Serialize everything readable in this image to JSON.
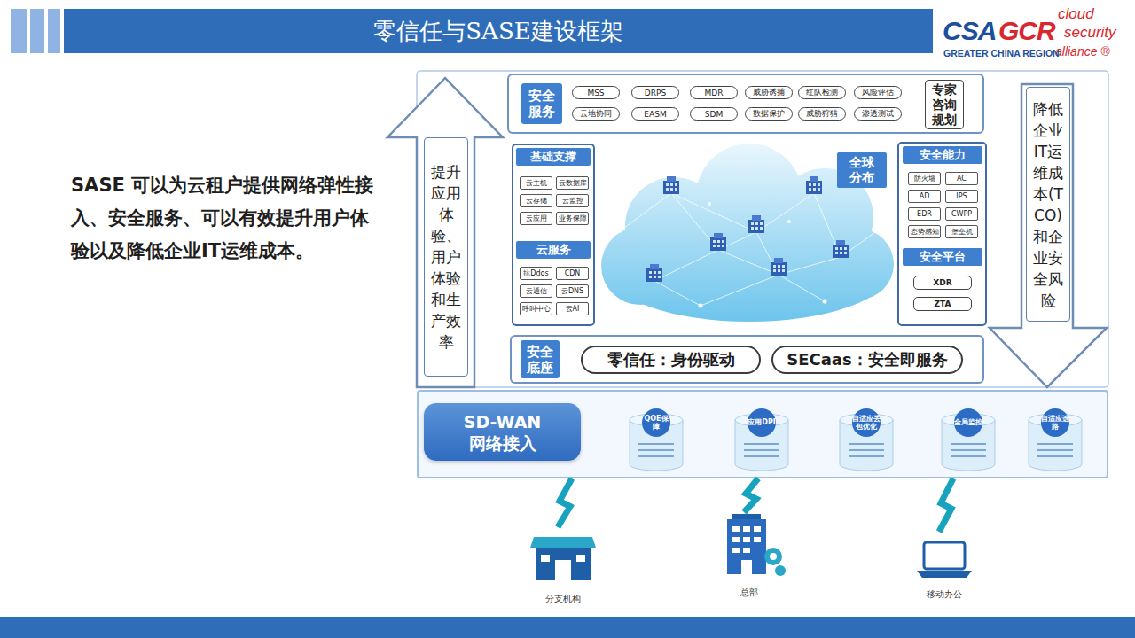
{
  "diagram": {
    "title": "零信任与SASE建设框架",
    "nodes": [
      {
        "text": [
          "提升应用体验、用户体验和生产效率"
        ]
      },
      {
        "text": [
          "安全服务"
        ]
      },
      {
        "text": [
          "MSS"
        ],
        "in": 1
      },
      {
        "text": [
          "DRPS"
        ],
        "in": 1
      },
      {
        "text": [
          "MDR"
        ],
        "in": 1
      },
      {
        "text": [
          "威胁诱捕"
        ],
        "in": 1
      },
      {
        "text": [
          "红队检测"
        ],
        "in": 1
      },
      {
        "text": [
          "风险评估"
        ],
        "in": 1
      },
      {
        "text": [
          "云地协同"
        ],
        "in": 1
      },
      {
        "text": [
          "EASM"
        ],
        "in": 1
      },
      {
        "text": [
          "SDM"
        ],
        "in": 1
      },
      {
        "text": [
          "数据保护"
        ],
        "in": 1
      },
      {
        "text": [
          "威胁狩猎"
        ],
        "in": 1
      },
      {
        "text": [
          "渗透测试"
        ],
        "in": 1
      },
      {
        "text": [
          "专家咨询规划"
        ],
        "in": 1
      },
      {
        "text": [
          "降低企业IT运维成本(TCO)和企业安全风险"
        ]
      },
      {
        "text": [
          "基础支撑"
        ]
      },
      {
        "text": [
          "云主机"
        ],
        "in": 16
      },
      {
        "text": [
          "云数据库"
        ],
        "in": 16
      },
      {
        "text": [
          "云存储"
        ],
        "in": 16
      },
      {
        "text": [
          "云监控"
        ],
        "in": 16
      },
      {
        "text": [
          "云应用"
        ],
        "in": 16
      },
      {
        "text": [
          "业务保障"
        ],
        "in": 16
      },
      {
        "text": [
          "云服务"
        ]
      },
      {
        "text": [
          "抗Ddos"
        ],
        "in": 23
      },
      {
        "text": [
          "CDN"
        ],
        "in": 23
      },
      {
        "text": [
          "云通信"
        ],
        "in": 23
      },
      {
        "text": [
          "云DNS"
        ],
        "in": 23
      },
      {
        "text": [
          "呼叫中心"
        ],
        "in": 23
      },
      {
        "text": [
          "云AI"
        ],
        "in": 23
      },
      {
        "text": [
          "全球分布"
        ]
      },
      {
        "text": [
          "安全能力"
        ]
      },
      {
        "text": [
          "防火墙"
        ],
        "in": 31
      },
      {
        "text": [
          "AC"
        ],
        "in": 31
      },
      {
        "text": [
          "AD"
        ],
        "in": 31
      },
      {
        "text": [
          "IPS"
        ],
        "in": 31
      },
      {
        "text": [
          "EDR"
        ],
        "in": 31
      },
      {
        "text": [
          "CWPP"
        ],
        "in": 31
      },
      {
        "text": [
          "态势感知"
        ],
        "in": 31
      },
      {
        "text": [
          "堡垒机"
        ],
        "in": 31
      },
      {
        "text": [
          "安全平台"
        ]
      },
      {
        "text": [
          "XDR"
        ],
        "in": 40
      },
      {
        "text": [
          "ZTA"
        ],
        "in": 40
      },
      {
        "text": [
          "安全底座"
        ]
      },
      {
        "text": [
          "零信任：身份驱动"
        ],
        "in": 43
      },
      {
        "text": [
          "SECaas：安全即服务"
        ],
        "in": 43
      },
      {
        "text": []
      },
      {
        "text": [
          "SD-WAN 网络接入"
        ],
        "in": 46
      },
      {
        "text": [
          "QOE保障"
        ],
        "in": 46
      },
      {
        "text": [
          "应用DPI"
        ],
        "in": 46
      },
      {
        "text": [
          "自适应丢包优化"
        ],
        "in": 46
      },
      {
        "text": [
          "全局监控"
        ],
        "in": 46
      },
      {
        "text": [
          "自适应选路"
        ],
        "in": 46
      },
      {
        "text": [
          "分支机构"
        ]
      },
      {
        "text": [
          "总部"
        ]
      },
      {
        "text": [
          "移动办公"
        ]
      }
    ],
    "edges": [
      {
        "from": 53,
        "to": 46,
        "arrow": "none"
      },
      {
        "from": 54,
        "to": 46,
        "arrow": "none"
      },
      {
        "from": 55,
        "to": 46,
        "arrow": "none"
      }
    ],
    "labels": [
      "SASE 可以为云租户提供网络弹性接入、安全服务、可以有效提升用户体验以及降低企业IT运维成本。",
      "CSA",
      "GCR",
      "cloud",
      "security",
      "alliance ®",
      "GREATER CHINA REGION"
    ]
  }
}
